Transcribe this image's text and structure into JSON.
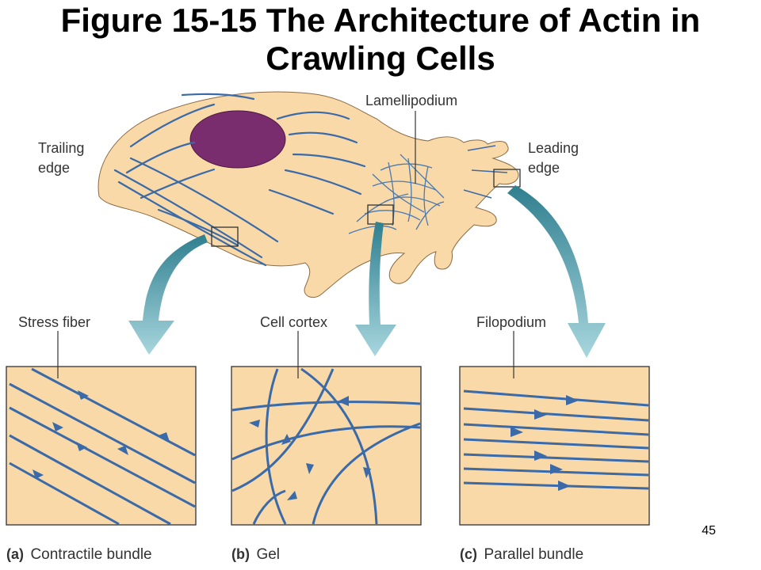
{
  "title": {
    "line1": "Figure 15-15 The Architecture of Actin in",
    "line2": "Crawling Cells"
  },
  "labels": {
    "trailing_line1": "Trailing",
    "trailing_line2": "edge",
    "leading_line1": "Leading",
    "leading_line2": "edge",
    "lamellipodium": "Lamellipodium",
    "stress_fiber": "Stress fiber",
    "cell_cortex": "Cell cortex",
    "filopodium": "Filopodium"
  },
  "panels": [
    {
      "letter": "(a)",
      "caption": "Contractile bundle"
    },
    {
      "letter": "(b)",
      "caption": "Gel"
    },
    {
      "letter": "(c)",
      "caption": "Parallel bundle"
    }
  ],
  "slide_number": "45",
  "colors": {
    "cell_fill": "#fad9a8",
    "nucleus": "#7a2d6e",
    "fiber": "#3a6aa8",
    "arrow_light": "#8cc8d4",
    "arrow_dark": "#2f7f8f",
    "panel_stroke": "#333333"
  }
}
